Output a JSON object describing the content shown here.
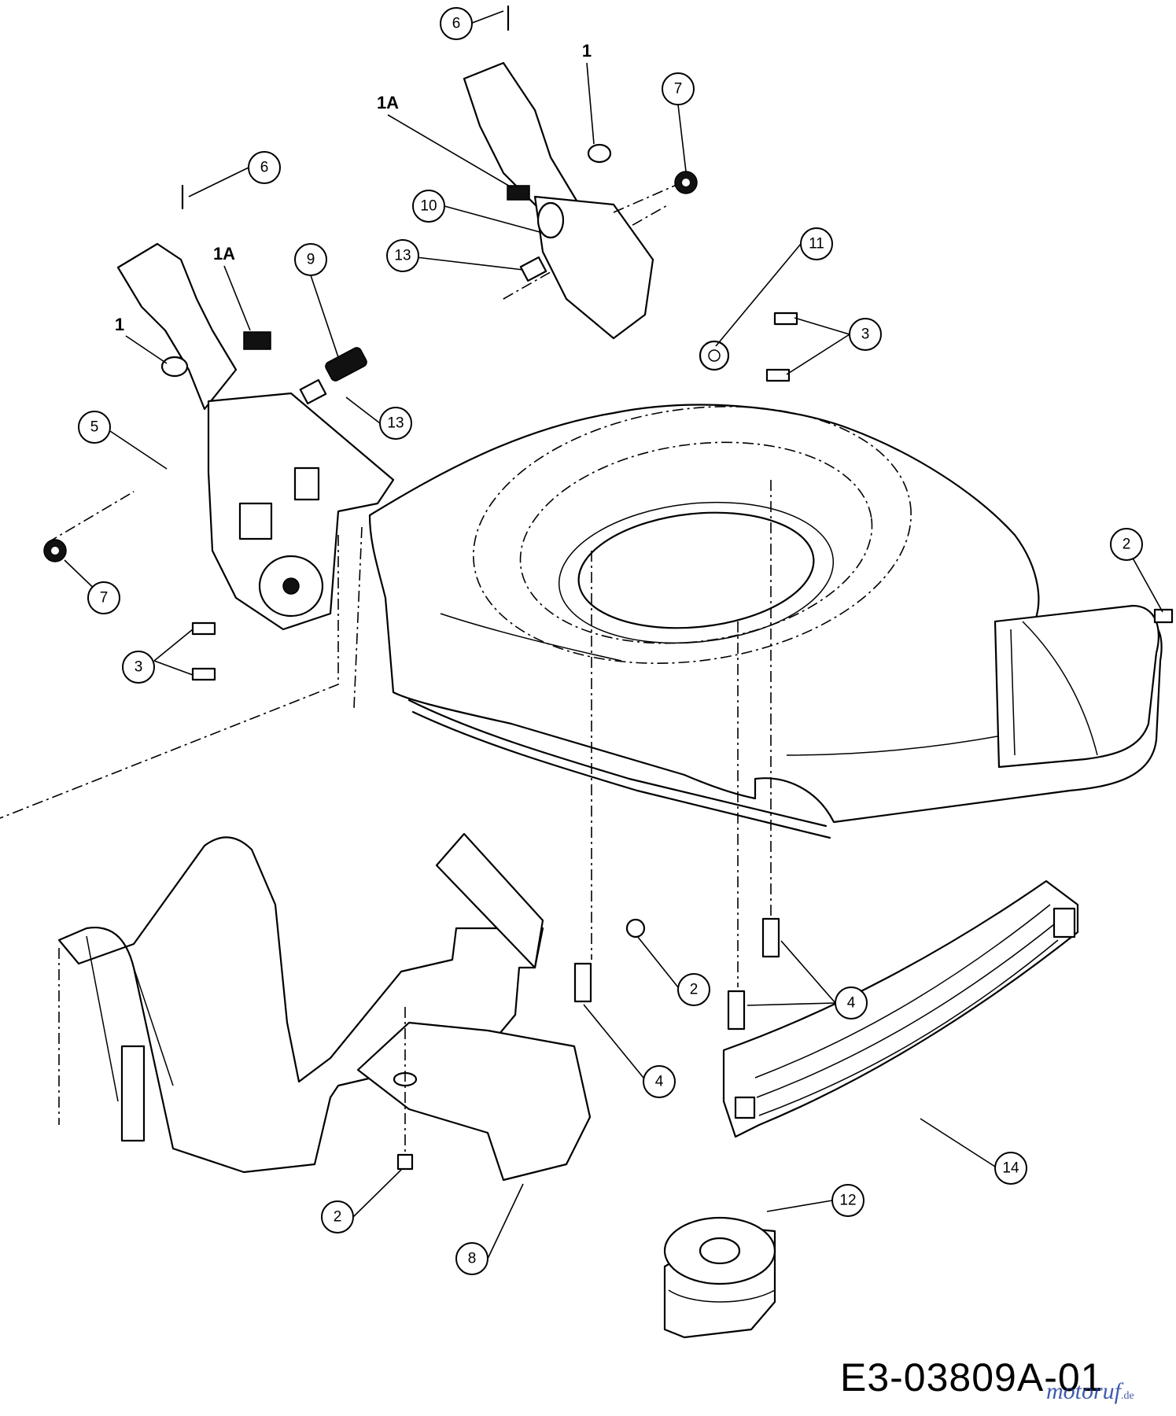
{
  "diagram": {
    "drawing_number": "E3-03809A-01",
    "watermark": {
      "text": "motoruf",
      "suffix": ".de"
    },
    "callouts": [
      {
        "id": "c6a",
        "label": "6"
      },
      {
        "id": "c7a",
        "label": "7"
      },
      {
        "id": "c10",
        "label": "10"
      },
      {
        "id": "c13a",
        "label": "13"
      },
      {
        "id": "c9",
        "label": "9"
      },
      {
        "id": "c6b",
        "label": "6"
      },
      {
        "id": "c11",
        "label": "11"
      },
      {
        "id": "c3a",
        "label": "3"
      },
      {
        "id": "c13b",
        "label": "13"
      },
      {
        "id": "c5",
        "label": "5"
      },
      {
        "id": "c7b",
        "label": "7"
      },
      {
        "id": "c2a",
        "label": "2"
      },
      {
        "id": "c3b",
        "label": "3"
      },
      {
        "id": "c2b",
        "label": "2"
      },
      {
        "id": "c4a",
        "label": "4"
      },
      {
        "id": "c4b",
        "label": "4"
      },
      {
        "id": "c14",
        "label": "14"
      },
      {
        "id": "c2c",
        "label": "2"
      },
      {
        "id": "c12",
        "label": "12"
      },
      {
        "id": "c8",
        "label": "8"
      }
    ],
    "plain_labels": [
      {
        "id": "p1a",
        "label": "1"
      },
      {
        "id": "p1A_a",
        "label": "1A"
      },
      {
        "id": "p1A_b",
        "label": "1A"
      },
      {
        "id": "p1b",
        "label": "1"
      }
    ]
  }
}
